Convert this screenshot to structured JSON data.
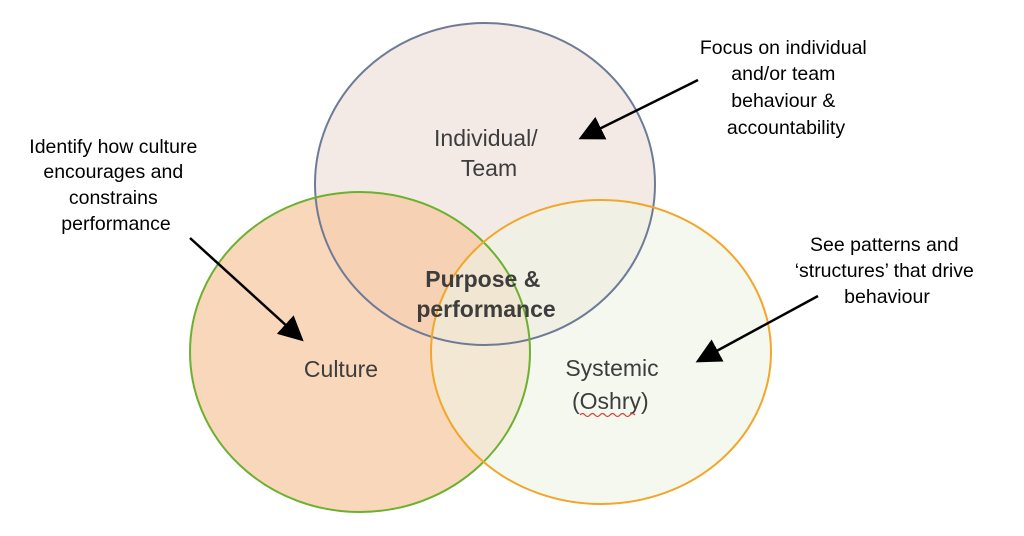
{
  "colors": {
    "individual_stroke": "#6e7b96",
    "individual_fill": "#f1e6e2",
    "culture_stroke": "#6bb12e",
    "culture_fill": "#f7c8a0",
    "systemic_stroke": "#f2a62a",
    "systemic_fill": "#eef3e4",
    "arrow": "#000000",
    "spellcheck_underline": "#d9413b"
  },
  "circles": {
    "individual": {
      "line1": "Individual/",
      "line2": "Team"
    },
    "culture": {
      "label": "Culture"
    },
    "systemic": {
      "line1": "Systemic",
      "line2_open": "(",
      "line2_word": "Oshry",
      "line2_close": ")"
    }
  },
  "center": {
    "line1": "Purpose &",
    "line2": "performance"
  },
  "annotations": {
    "culture_note": [
      "Identify how culture",
      "encourages and",
      "constrains",
      "performance"
    ],
    "individual_note": [
      "Focus on individual",
      "and/or team",
      "behaviour &",
      "accountability"
    ],
    "systemic_note": [
      "See patterns and",
      "‘structures’ that drive",
      "behaviour"
    ]
  },
  "icons": {
    "arrows": "arrow-icon"
  }
}
